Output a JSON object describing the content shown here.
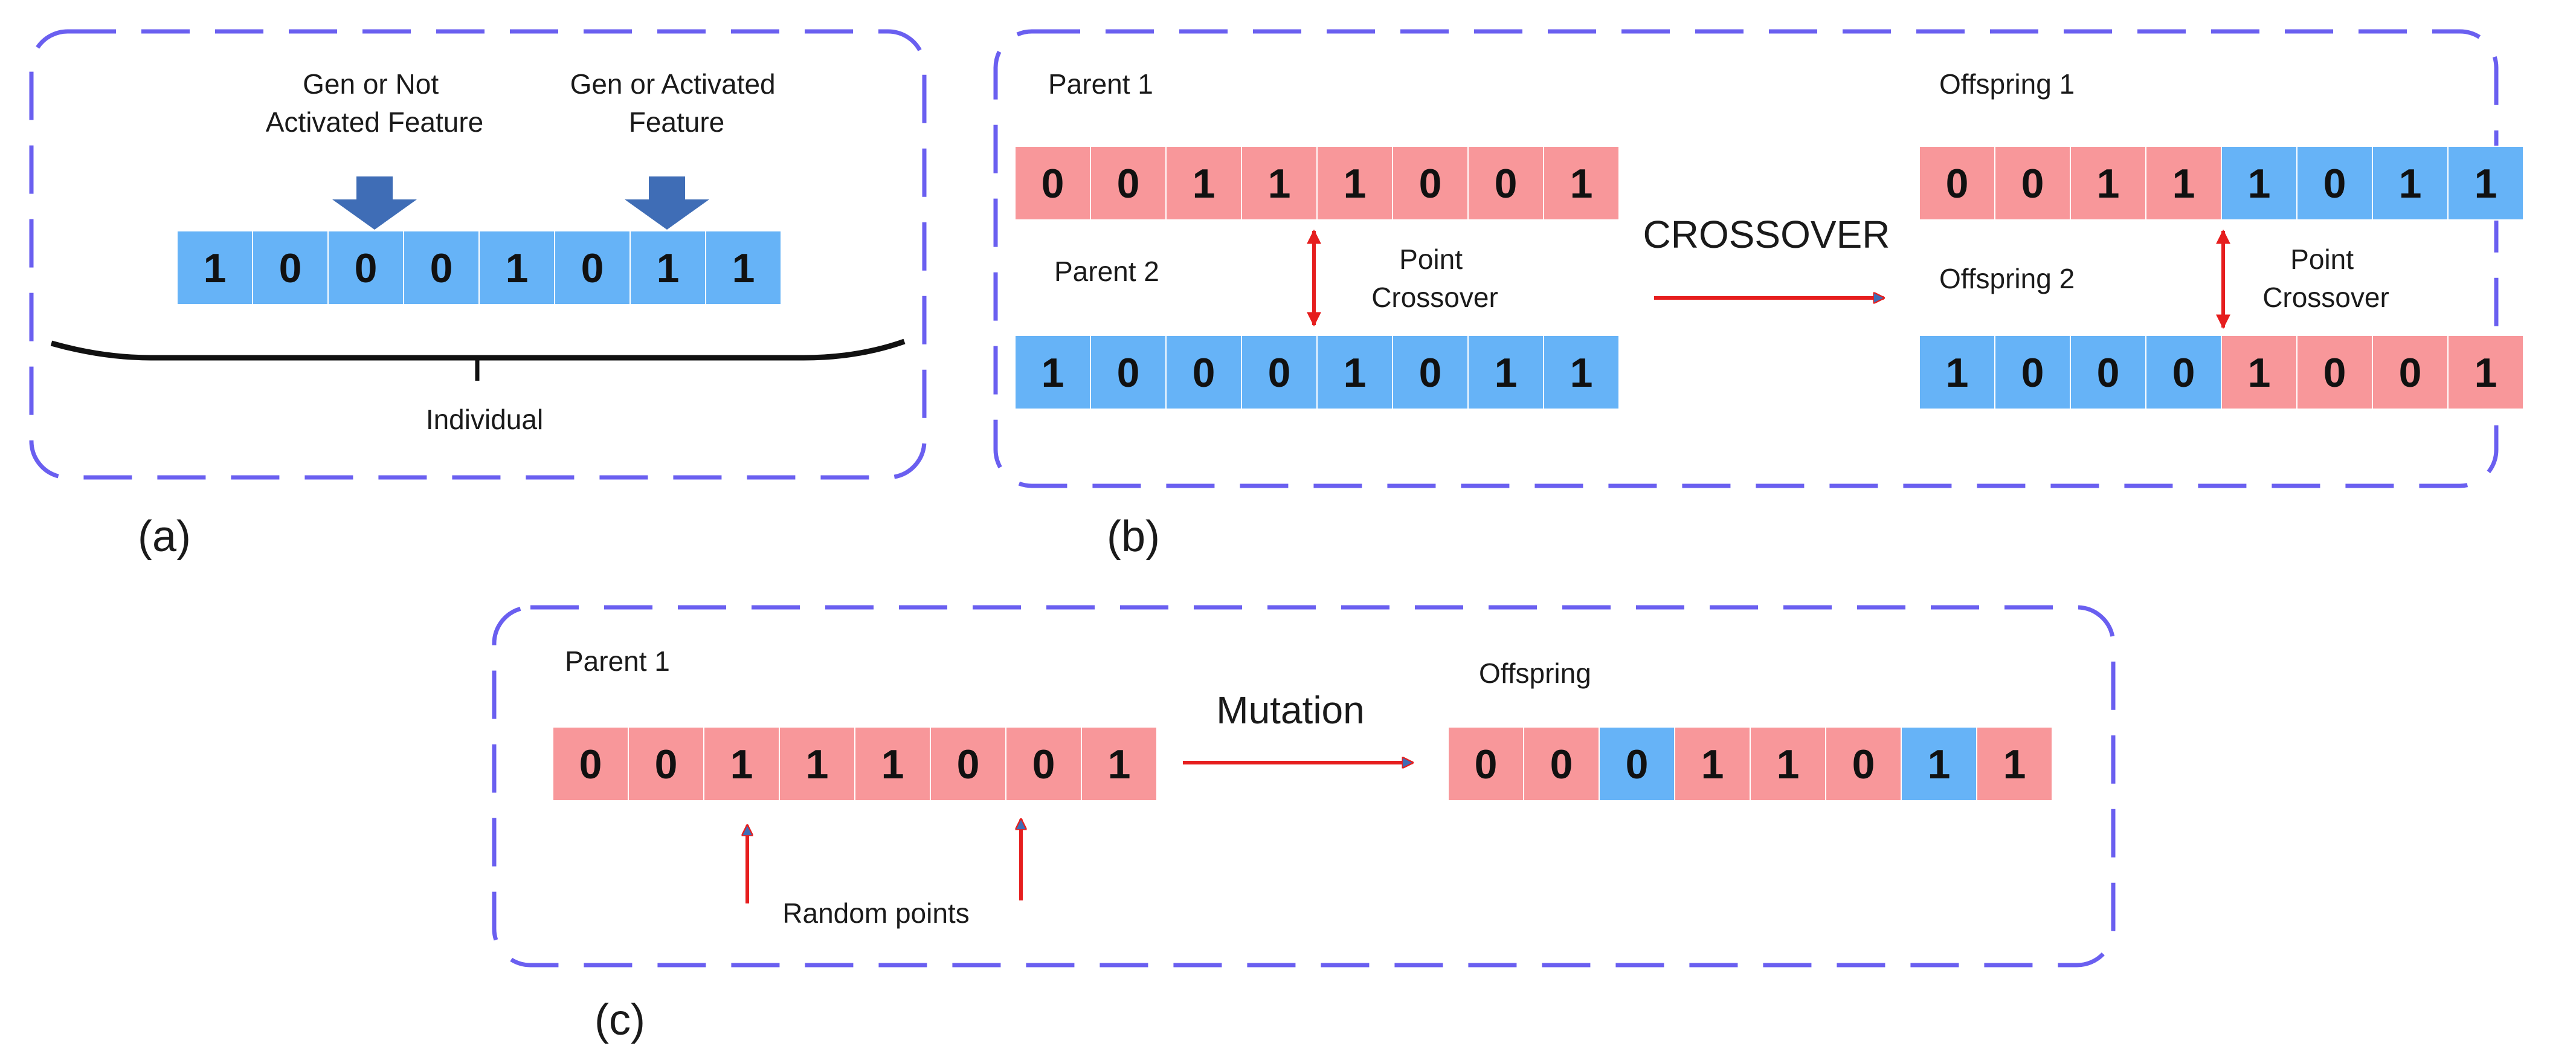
{
  "colors": {
    "frame": "#6a5ff0",
    "blue": "#66b3f7",
    "red": "#f8979a",
    "arrow_red": "#e61e1e",
    "arrow_blue": "#3f6db6",
    "bit_text": "#111111"
  },
  "panel_a": {
    "label_left": [
      "Gen or Not",
      "Activated Feature"
    ],
    "label_right": [
      "Gen or Activated",
      "Feature"
    ],
    "bits": [
      "1",
      "0",
      "0",
      "0",
      "1",
      "0",
      "1",
      "1"
    ],
    "colors": [
      "blue",
      "blue",
      "blue",
      "blue",
      "blue",
      "blue",
      "blue",
      "blue"
    ],
    "brace_label": "Individual",
    "caption": "(a)"
  },
  "panel_b": {
    "parent1_label": "Parent 1",
    "parent1_bits": [
      "0",
      "0",
      "1",
      "1",
      "1",
      "0",
      "0",
      "1"
    ],
    "parent1_colors": [
      "red",
      "red",
      "red",
      "red",
      "red",
      "red",
      "red",
      "red"
    ],
    "parent2_label": "Parent 2",
    "parent2_bits": [
      "1",
      "0",
      "0",
      "0",
      "1",
      "0",
      "1",
      "1"
    ],
    "parent2_colors": [
      "blue",
      "blue",
      "blue",
      "blue",
      "blue",
      "blue",
      "blue",
      "blue"
    ],
    "point_crossover_label": [
      "Point",
      "Crossover"
    ],
    "operation_label": "CROSSOVER",
    "offspring1_label": "Offspring 1",
    "offspring1_bits": [
      "0",
      "0",
      "1",
      "1",
      "1",
      "0",
      "1",
      "1"
    ],
    "offspring1_colors": [
      "red",
      "red",
      "red",
      "red",
      "blue",
      "blue",
      "blue",
      "blue"
    ],
    "offspring2_label": "Offspring 2",
    "offspring2_bits": [
      "1",
      "0",
      "0",
      "0",
      "1",
      "0",
      "0",
      "1"
    ],
    "offspring2_colors": [
      "blue",
      "blue",
      "blue",
      "blue",
      "red",
      "red",
      "red",
      "red"
    ],
    "point_crossover_label_2": [
      "Point",
      "Crossover"
    ],
    "caption": "(b)"
  },
  "panel_c": {
    "parent_label": "Parent 1",
    "parent_bits": [
      "0",
      "0",
      "1",
      "1",
      "1",
      "0",
      "0",
      "1"
    ],
    "parent_colors": [
      "red",
      "red",
      "red",
      "red",
      "red",
      "red",
      "red",
      "red"
    ],
    "operation_label": "Mutation",
    "offspring_label": "Offspring",
    "offspring_bits": [
      "0",
      "0",
      "0",
      "1",
      "1",
      "0",
      "1",
      "1"
    ],
    "offspring_colors": [
      "red",
      "red",
      "blue",
      "red",
      "red",
      "red",
      "blue",
      "red"
    ],
    "random_points_label": "Random points",
    "caption": "(c)"
  }
}
